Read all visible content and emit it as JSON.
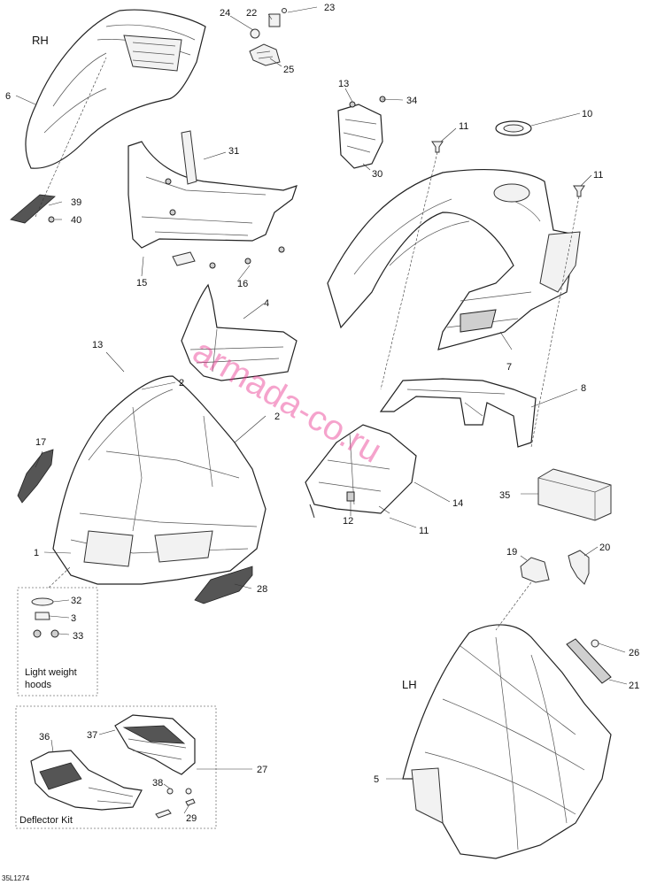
{
  "labels": {
    "rh": "RH",
    "lh": "LH",
    "light_weight_hoods_1": "Light weight",
    "light_weight_hoods_2": "hoods",
    "deflector_kit": "Deflector Kit",
    "watermark": "armada-co.ru",
    "drawing_code": "35L1274"
  },
  "callouts": {
    "c1": "1",
    "c2a": "2",
    "c2b": "2",
    "c3": "3",
    "c4": "4",
    "c5": "5",
    "c6": "6",
    "c7": "7",
    "c8": "8",
    "c10": "10",
    "c11a": "11",
    "c11b": "11",
    "c11c": "11",
    "c12": "12",
    "c13a": "13",
    "c13b": "13",
    "c14": "14",
    "c15": "15",
    "c16": "16",
    "c17": "17",
    "c19": "19",
    "c20": "20",
    "c21": "21",
    "c22": "22",
    "c23": "23",
    "c24": "24",
    "c25": "25",
    "c26": "26",
    "c27": "27",
    "c28": "28",
    "c29": "29",
    "c30": "30",
    "c31": "31",
    "c32": "32",
    "c33": "33",
    "c34": "34",
    "c35": "35",
    "c36": "36",
    "c37": "37",
    "c38": "38",
    "c39": "39",
    "c40": "40"
  }
}
